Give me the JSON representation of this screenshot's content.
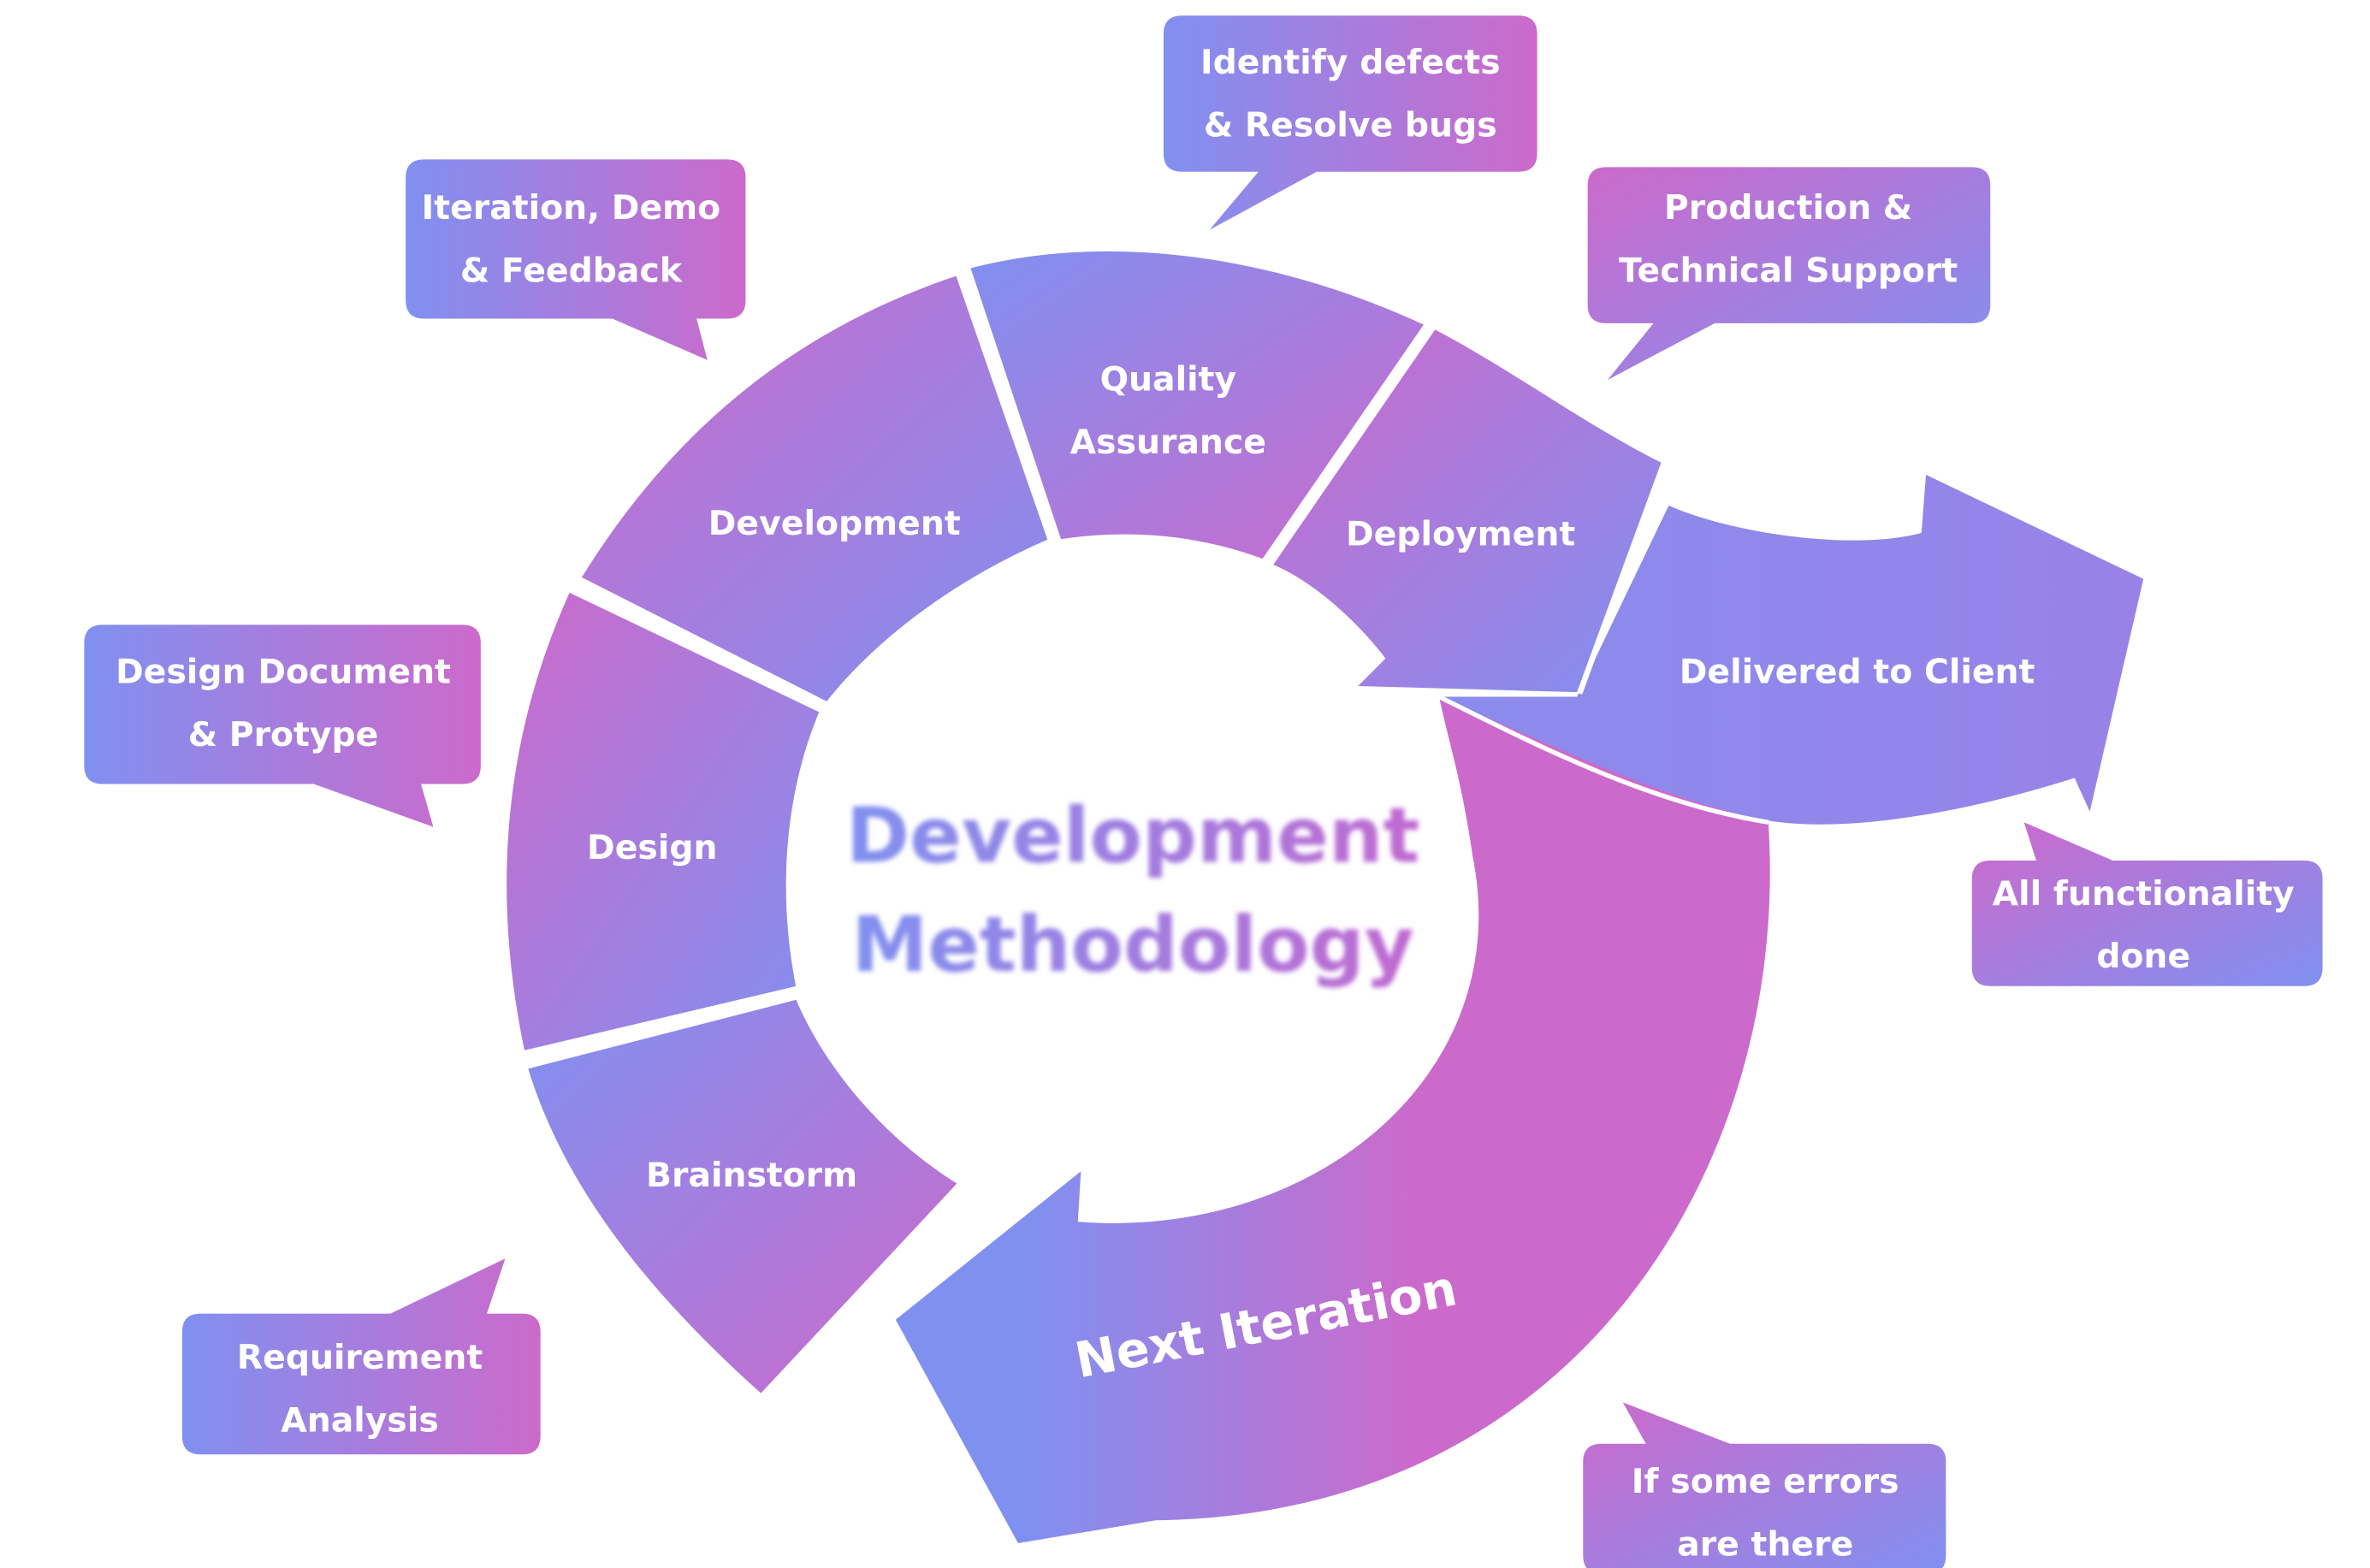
{
  "center": {
    "line1": "Development",
    "line2": "Methodology"
  },
  "segments": {
    "brainstorm": {
      "label": "Brainstorm"
    },
    "design": {
      "label": "Design"
    },
    "development": {
      "label": "Development"
    },
    "quality": {
      "line1": "Quality",
      "line2": "Assurance"
    },
    "deployment": {
      "label": "Deployment"
    },
    "delivered": {
      "label": "Delivered to Client"
    },
    "next": {
      "label": "Next Iteration"
    }
  },
  "bubbles": {
    "identify": {
      "line1": "Identify defects",
      "line2": "& Resolve bugs"
    },
    "iteration": {
      "line1": "Iteration, Demo",
      "line2": "& Feedback"
    },
    "production": {
      "line1": "Production &",
      "line2": "Technical Support"
    },
    "design_doc": {
      "line1": "Design Document",
      "line2": "& Protype"
    },
    "all_func": {
      "line1": "All functionality",
      "line2": "done"
    },
    "requirement": {
      "line1": "Requirement",
      "line2": "Analysis"
    },
    "errors": {
      "line1": "If some errors",
      "line2": "are there"
    }
  },
  "colors": {
    "blue": "#8090f0",
    "magenta": "#cc6acb",
    "center_text": "#8a76e6"
  }
}
